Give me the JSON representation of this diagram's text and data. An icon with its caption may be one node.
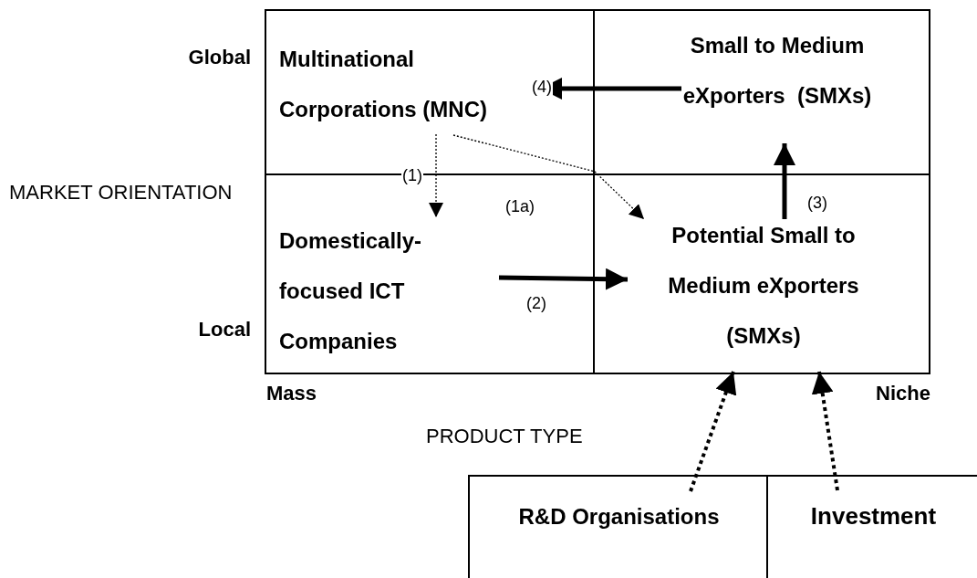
{
  "diagram": {
    "nodes": [
      {
        "text": [
          "Multinational Corporations (MNC)"
        ]
      },
      {
        "text": [
          "Small to Medium eXporters  (SMXs)"
        ]
      },
      {
        "text": [
          "Domestically-focused ICT Companies"
        ]
      },
      {
        "text": [
          "Potential Small to Medium eXporters (SMXs)"
        ]
      },
      {
        "text": [
          "R&D Organisations"
        ]
      },
      {
        "text": [
          "Investment"
        ]
      }
    ],
    "edges": [
      {
        "from": 1,
        "to": 0,
        "arrow": "to",
        "label": "(4)"
      },
      {
        "from": 0,
        "to": 2,
        "arrow": "to",
        "label": "(1)",
        "style": "dashed"
      },
      {
        "from": 0,
        "to": 3,
        "arrow": "to",
        "label": "(1a)",
        "style": "dashed"
      },
      {
        "from": 2,
        "to": 3,
        "arrow": "to",
        "label": "(2)"
      },
      {
        "from": 3,
        "to": 1,
        "arrow": "to",
        "label": "(3)"
      },
      {
        "from": 4,
        "to": 3,
        "arrow": "to",
        "style": "dashed"
      },
      {
        "from": 5,
        "to": 3,
        "arrow": "to",
        "style": "dashed"
      }
    ],
    "labels": [
      "Global",
      "MARKET ORIENTATION",
      "Local",
      "Mass",
      "Niche",
      "PRODUCT TYPE"
    ]
  }
}
